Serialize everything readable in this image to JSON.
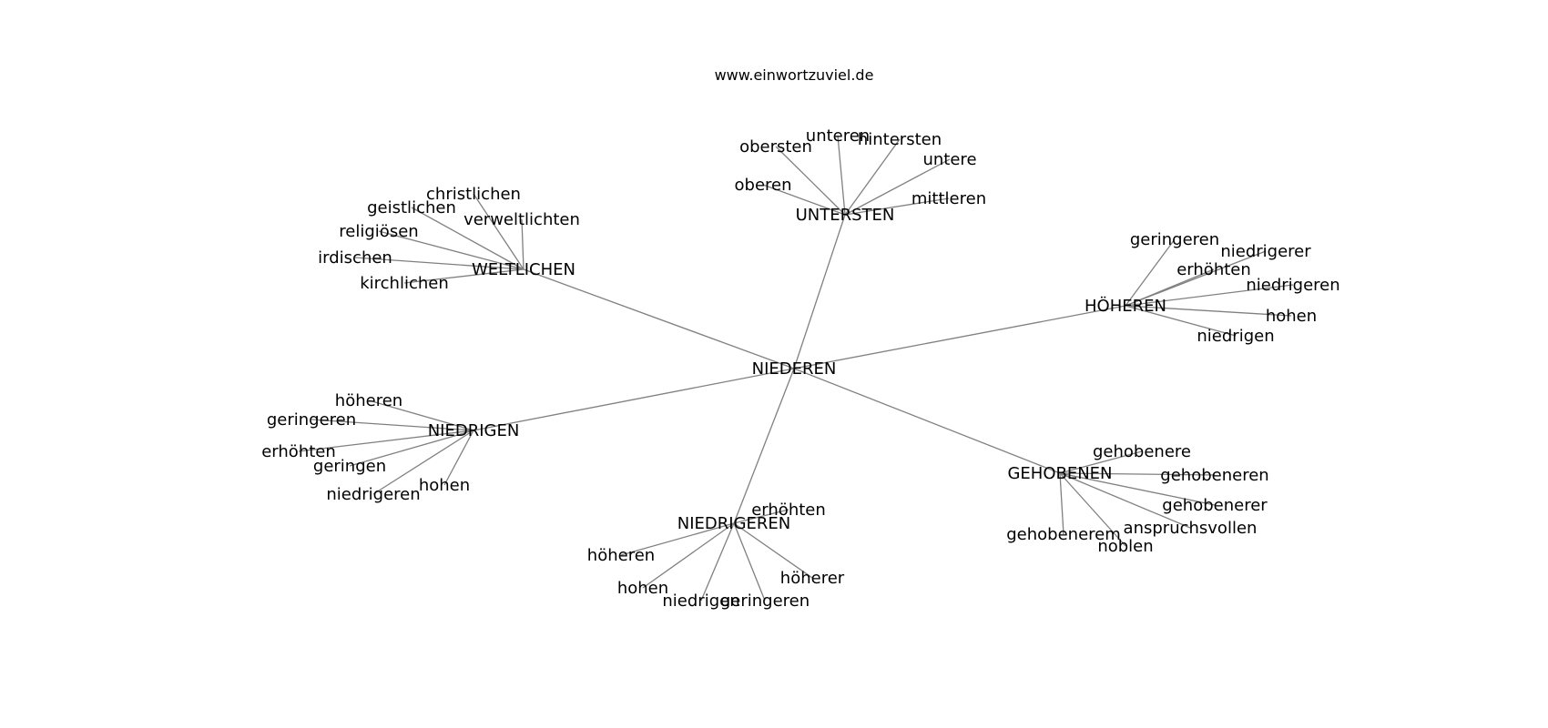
{
  "source_label": "www.einwortzuviel.de",
  "graph": {
    "center": "NIEDEREN",
    "hubs": [
      {
        "label": "UNTERSTEN",
        "leaves": [
          "obersten",
          "unteren",
          "hintersten",
          "untere",
          "oberen",
          "mittleren"
        ]
      },
      {
        "label": "WELTLICHEN",
        "leaves": [
          "christlichen",
          "geistlichen",
          "verweltlichten",
          "religiösen",
          "irdischen",
          "kirchlichen"
        ]
      },
      {
        "label": "HÖHEREN",
        "leaves": [
          "geringeren",
          "niedrigerer",
          "erhöhten",
          "niedrigeren",
          "hohen",
          "niedrigen"
        ]
      },
      {
        "label": "NIEDRIGEN",
        "leaves": [
          "höheren",
          "geringeren",
          "erhöhten",
          "geringen",
          "niedrigeren",
          "hohen"
        ]
      },
      {
        "label": "GEHOBENEN",
        "leaves": [
          "gehobenere",
          "gehobeneren",
          "gehobenerer",
          "anspruchsvollen",
          "gehobenerem",
          "noblen"
        ]
      },
      {
        "label": "NIEDRIGEREN",
        "leaves": [
          "erhöhten",
          "höheren",
          "höherer",
          "hohen",
          "niedrigen",
          "geringeren"
        ]
      }
    ]
  }
}
